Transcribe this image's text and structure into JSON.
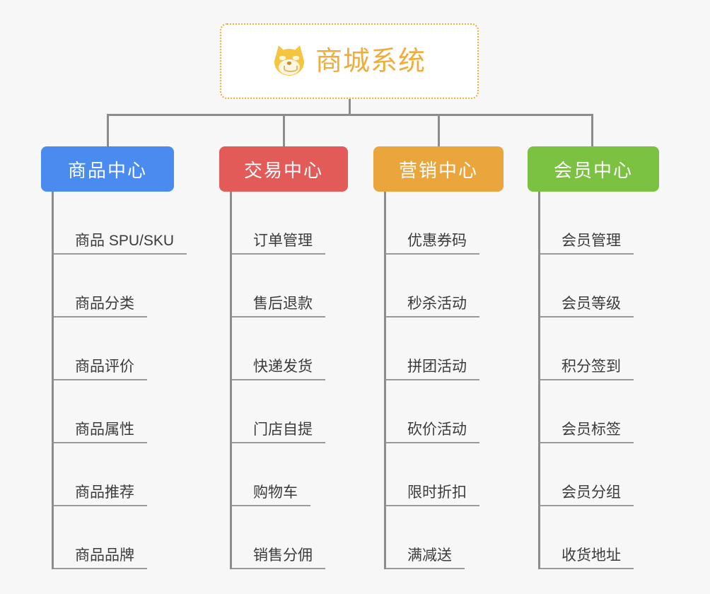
{
  "page": {
    "background_color": "#f7f7f7",
    "type": "mind-map"
  },
  "root": {
    "label": "商城系统",
    "icon": "dog-face-icon",
    "text_color": "#eeae3e",
    "border_color": "#eeae3e",
    "background_color": "#ffffff"
  },
  "connector": {
    "color": "#8d8d8d"
  },
  "branches": [
    {
      "label": "商品中心",
      "color": "#4a8bf0",
      "items": [
        "商品 SPU/SKU",
        "商品分类",
        "商品评价",
        "商品属性",
        "商品推荐",
        "商品品牌"
      ]
    },
    {
      "label": "交易中心",
      "color": "#e25b59",
      "items": [
        "订单管理",
        "售后退款",
        "快递发货",
        "门店自提",
        "购物车",
        "销售分佣"
      ]
    },
    {
      "label": "营销中心",
      "color": "#eaa63c",
      "items": [
        "优惠券码",
        "秒杀活动",
        "拼团活动",
        "砍价活动",
        "限时折扣",
        "满减送"
      ]
    },
    {
      "label": "会员中心",
      "color": "#7cc242",
      "items": [
        "会员管理",
        "会员等级",
        "积分签到",
        "会员标签",
        "会员分组",
        "收货地址"
      ]
    }
  ]
}
